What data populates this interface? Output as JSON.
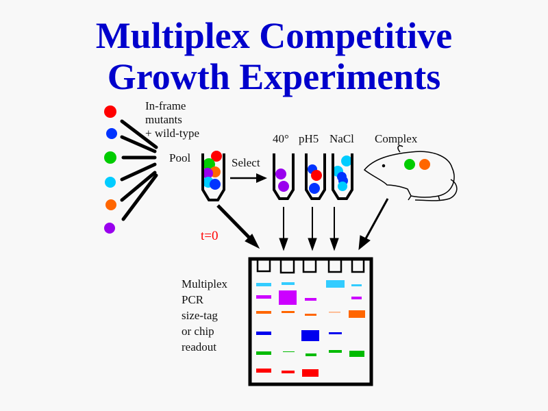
{
  "title": {
    "line1": "Multiplex Competitive",
    "line2": "Growth Experiments"
  },
  "source_label": {
    "line1": "In-frame",
    "line2": "mutants",
    "line3": "+ wild-type"
  },
  "pool_label": "Pool",
  "select_label": "Select",
  "conditions": [
    "40°",
    "pH5",
    "NaCl",
    "Complex"
  ],
  "time_label": "t=0",
  "readout_label": {
    "line1": "Multiplex",
    "line2": "PCR",
    "line3": "size-tag",
    "line4": "or chip",
    "line5": "readout"
  },
  "colors": {
    "title": "#0000cc",
    "time": "#ff0000",
    "red": "#ff0000",
    "blue": "#0033ff",
    "green": "#00cc00",
    "cyan": "#00ccff",
    "orange": "#ff6600",
    "purple": "#9900ee",
    "magenta": "#cc00ff",
    "band_blue": "#0000ee",
    "band_green": "#00bb00",
    "band_cyan": "#33ccff"
  }
}
